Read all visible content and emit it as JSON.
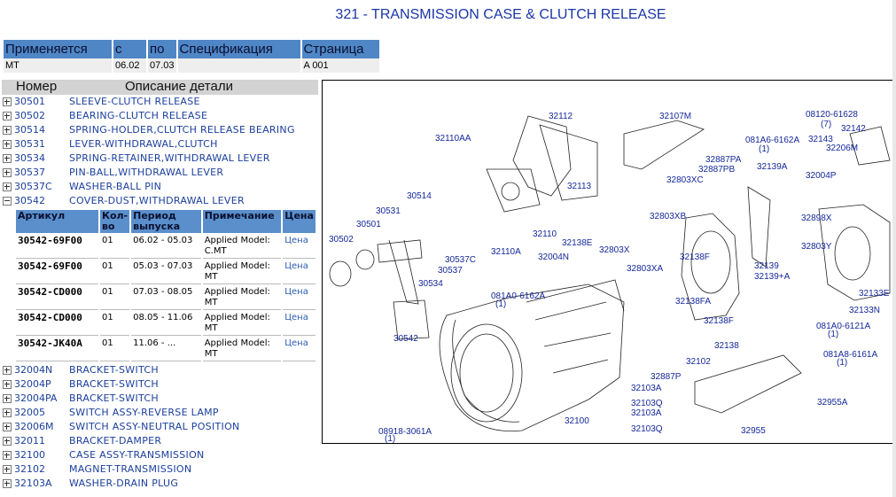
{
  "page_title": "321 - TRANSMISSION CASE & CLUTCH RELEASE",
  "application": {
    "headers": [
      "Применяется",
      "с",
      "по",
      "Спецификация",
      "Страница"
    ],
    "row": [
      "MT",
      "06.02",
      "07.03",
      "",
      "A 001"
    ]
  },
  "parts_header": {
    "number": "Номер",
    "description": "Описание детали"
  },
  "parts_before": [
    {
      "num": "30501",
      "desc": "SLEEVE-CLUTCH RELEASE",
      "expanded": false
    },
    {
      "num": "30502",
      "desc": "BEARING-CLUTCH RELEASE",
      "expanded": false
    },
    {
      "num": "30514",
      "desc": "SPRING-HOLDER,CLUTCH RELEASE BEARING",
      "expanded": false
    },
    {
      "num": "30531",
      "desc": "LEVER-WITHDRAWAL,CLUTCH",
      "expanded": false
    },
    {
      "num": "30534",
      "desc": "SPRING-RETAINER,WITHDRAWAL LEVER",
      "expanded": false
    },
    {
      "num": "30537",
      "desc": "PIN-BALL,WITHDRAWAL LEVER",
      "expanded": false
    },
    {
      "num": "30537C",
      "desc": "WASHER-BALL PIN",
      "expanded": false
    },
    {
      "num": "30542",
      "desc": "COVER-DUST,WITHDRAWAL LEVER",
      "expanded": true
    }
  ],
  "subtable": {
    "headers": [
      "Артикул",
      "Кол-во",
      "Период выпуска",
      "Примечание",
      "Цена"
    ],
    "rows": [
      {
        "art": "30542-69F00",
        "qty": "01",
        "period": "06.02 - 05.03",
        "note": "Applied Model: C.MT",
        "price": "Цена"
      },
      {
        "art": "30542-69F00",
        "qty": "01",
        "period": "05.03 - 07.03",
        "note": "Applied Model: MT",
        "price": "Цена"
      },
      {
        "art": "30542-CD000",
        "qty": "01",
        "period": "07.03 - 08.05",
        "note": "Applied Model: MT",
        "price": "Цена"
      },
      {
        "art": "30542-CD000",
        "qty": "01",
        "period": "08.05 - 11.06",
        "note": "Applied Model: MT",
        "price": "Цена"
      },
      {
        "art": "30542-JK40A",
        "qty": "01",
        "period": "11.06 - ...",
        "note": "Applied Model: MT",
        "price": "Цена"
      }
    ]
  },
  "parts_after": [
    {
      "num": "32004N",
      "desc": "BRACKET-SWITCH"
    },
    {
      "num": "32004P",
      "desc": "BRACKET-SWITCH"
    },
    {
      "num": "32004PA",
      "desc": "BRACKET-SWITCH"
    },
    {
      "num": "32005",
      "desc": "SWITCH ASSY-REVERSE LAMP"
    },
    {
      "num": "32006M",
      "desc": "SWITCH ASSY-NEUTRAL POSITION"
    },
    {
      "num": "32011",
      "desc": "BRACKET-DAMPER"
    },
    {
      "num": "32100",
      "desc": "CASE ASSY-TRANSMISSION"
    },
    {
      "num": "32102",
      "desc": "MAGNET-TRANSMISSION"
    },
    {
      "num": "32103A",
      "desc": "WASHER-DRAIN PLUG"
    }
  ],
  "diagram_labels": [
    "32112",
    "32107M",
    "08120-61628",
    "(7)",
    "32142",
    "32110AA",
    "081A6-6162A",
    "(1)",
    "32143",
    "32206M",
    "32887PA",
    "32887PB",
    "32139A",
    "32004P",
    "32113",
    "32803XC",
    "30514",
    "30531",
    "30501",
    "30502",
    "32898X",
    "30537C",
    "32110",
    "32138E",
    "32803X",
    "32803XB",
    "32110A",
    "32803Y",
    "30537",
    "32004N",
    "32138F",
    "32139",
    "32139+A",
    "30534",
    "32803XA",
    "32133E",
    "081A0-6162A",
    "(1)",
    "32138FA",
    "32133N",
    "30542",
    "32138F",
    "081A0-6121A",
    "(1)",
    "32138",
    "32102",
    "081A8-6161A",
    "(1)",
    "32887P",
    "32103A",
    "32103Q",
    "32955A",
    "32103A",
    "32100",
    "32103Q",
    "32955",
    "08918-3061A",
    "(1)"
  ],
  "colors": {
    "title": "#1a35a8",
    "header_bg": "#4f86c6",
    "link": "#1b3f9c"
  }
}
